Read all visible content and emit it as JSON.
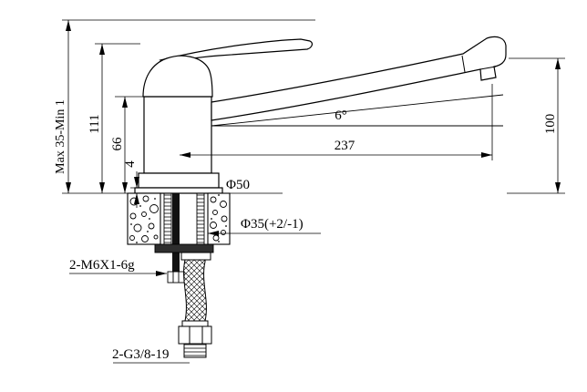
{
  "drawing": {
    "background": "#ffffff",
    "line_color": "#000000",
    "dimensions": {
      "deck_range": "Max 35-Min 1",
      "total_height": "111",
      "body_height": "66",
      "base_height": "4",
      "reach": "237",
      "outlet_height": "100",
      "spout_angle": "6°",
      "base_diameter": "Φ50",
      "hole_diameter": "Φ35(+2/-1)"
    },
    "labels": {
      "stud_thread": "2-M6X1-6g",
      "hose_thread": "2-G3/8-19"
    }
  }
}
